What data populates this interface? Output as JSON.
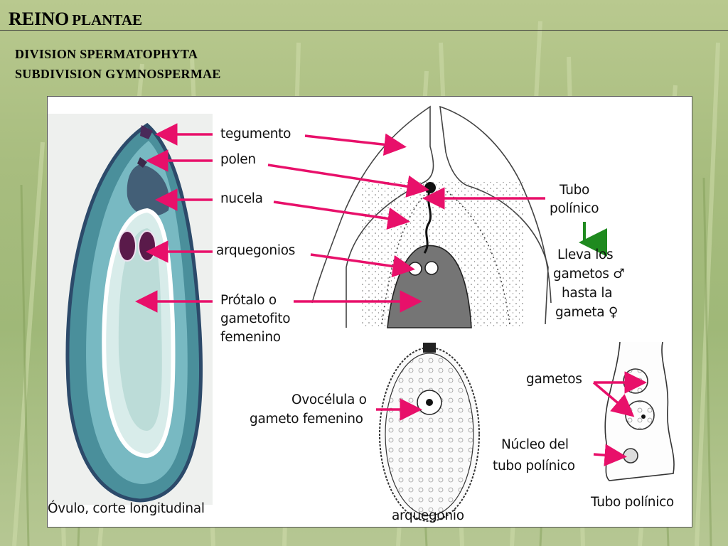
{
  "header": {
    "title_main": "REINO",
    "title_sub": "PLANTAE",
    "division": "DIVISION SPERMATOPHYTA",
    "subdivision": "SUBDIVISION GYMNOSPERMAE"
  },
  "diagram": {
    "labels": {
      "tegumento": "tegumento",
      "polen": "polen",
      "nucela": "nucela",
      "arquegonios": "arquegonios",
      "protalo_1": "Prótalo o",
      "protalo_2": "gametofito",
      "protalo_3": "femenino",
      "tubo_1": "Tubo",
      "tubo_2": "polínico",
      "lleva_1": "Lleva los",
      "lleva_2": "gametos ♂",
      "lleva_3": "hasta la",
      "lleva_4": "gameta ♀",
      "ovocelula_1": "Ovocélula o",
      "ovocelula_2": "gameto femenino",
      "gametos": "gametos",
      "nucleo_1": "Núcleo del",
      "nucleo_2": "tubo polínico",
      "ovulo_caption": "Óvulo, corte longitudinal",
      "arquegonio_caption": "arquegonio",
      "tubo_caption": "Tubo polínico"
    },
    "colors": {
      "arrow": "#e8106a",
      "green_arrow": "#1f8a1f",
      "tissue": "#5fa6b0"
    }
  }
}
